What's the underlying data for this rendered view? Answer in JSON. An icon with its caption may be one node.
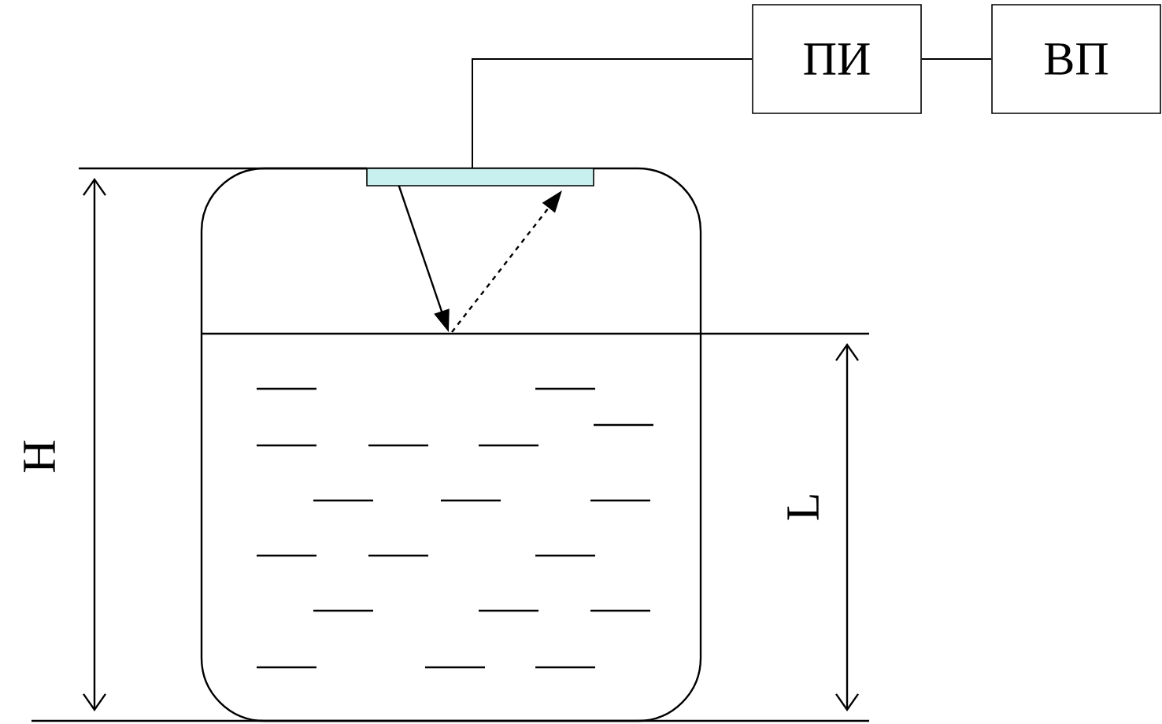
{
  "diagram": {
    "nodes": [
      {
        "text": [
          "ПИ"
        ]
      },
      {
        "text": [
          "ВП"
        ]
      },
      {
        "text": [],
        "shape": "bar"
      }
    ],
    "edges": [
      {
        "from": 2,
        "to": 0,
        "arrow": "none"
      },
      {
        "from": 0,
        "to": 1,
        "arrow": "none"
      }
    ],
    "labels": [
      "H",
      "L"
    ]
  }
}
